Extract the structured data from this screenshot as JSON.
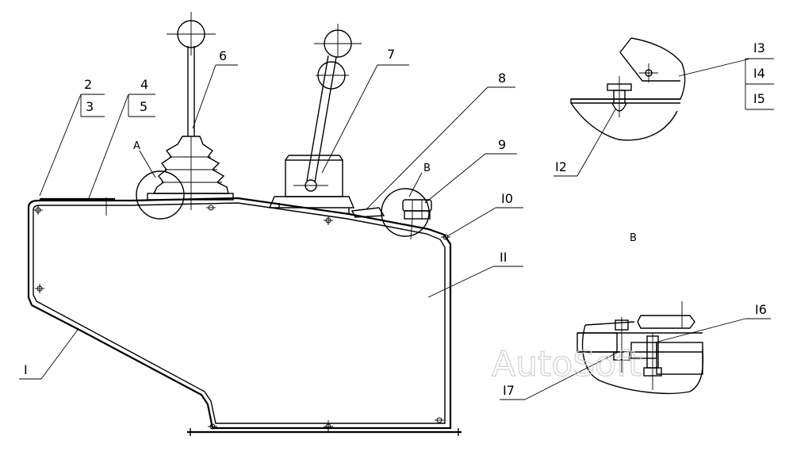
{
  "callouts": {
    "c1": "I",
    "c2": "2",
    "c3": "3",
    "c4": "4",
    "c5": "5",
    "c6": "6",
    "c7": "7",
    "c8": "8",
    "c9": "9",
    "c10": "I0",
    "c11": "II",
    "c12": "I2",
    "c13": "I3",
    "c14": "I4",
    "c15": "I5",
    "c16": "I6",
    "c17": "I7"
  },
  "detail_labels": {
    "a": "A",
    "b": "B",
    "b_view": "B"
  },
  "watermark": "AutoSoft"
}
